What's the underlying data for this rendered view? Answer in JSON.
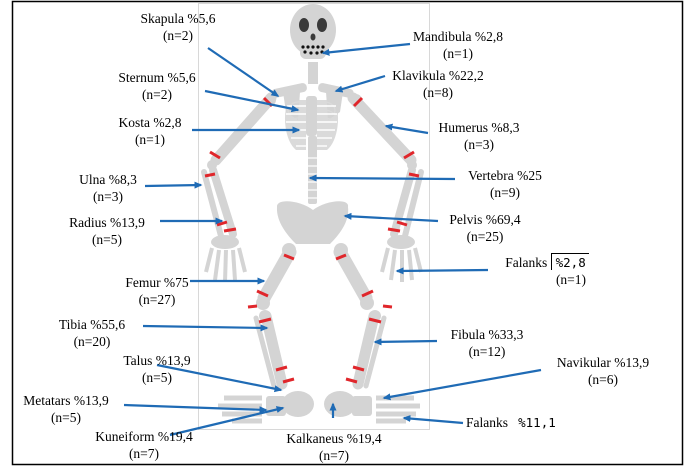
{
  "colors": {
    "bone": "#d4d4d4",
    "bone_edge": "#bdbdbd",
    "marker": "#e0262b",
    "arrow": "#1f6bb5",
    "frame": "#000000"
  },
  "labels": {
    "skapula": {
      "name": "Skapula %5,6",
      "n": "(n=2)"
    },
    "sternum": {
      "name": "Sternum %5,6",
      "n": "(n=2)"
    },
    "kosta": {
      "name": "Kosta %2,8",
      "n": "(n=1)"
    },
    "ulna": {
      "name": "Ulna %8,3",
      "n": "(n=3)"
    },
    "radius": {
      "name": "Radius %13,9",
      "n": "(n=5)"
    },
    "femur": {
      "name": "Femur %75",
      "n": "(n=27)"
    },
    "tibia": {
      "name": "Tibia %55,6",
      "n": "(n=20)"
    },
    "talus": {
      "name": "Talus %13,9",
      "n": "(n=5)"
    },
    "metatars": {
      "name": "Metatars %13,9",
      "n": "(n=5)"
    },
    "kuneiform": {
      "name": "Kuneiform %19,4",
      "n": "(n=7)"
    },
    "kalkaneus": {
      "name": "Kalkaneus %19,4",
      "n": "(n=7)"
    },
    "mandibula": {
      "name": "Mandibula %2,8",
      "n": "(n=1)"
    },
    "klavikula": {
      "name": "Klavikula %22,2",
      "n": "(n=8)"
    },
    "humerus": {
      "name": "Humerus %8,3",
      "n": "(n=3)"
    },
    "vertebra": {
      "name": "Vertebra %25",
      "n": "(n=9)"
    },
    "pelvis": {
      "name": "Pelvis %69,4",
      "n": "(n=25)"
    },
    "falanks_hand": {
      "name": "Falanks",
      "pct": "%2,8",
      "n": "(n=1)"
    },
    "fibula": {
      "name": "Fibula %33,3",
      "n": "(n=12)"
    },
    "navikular": {
      "name": "Navikular %13,9",
      "n": "(n=6)"
    },
    "falanks_foot": {
      "name": "Falanks",
      "pct": "%11,1"
    }
  }
}
